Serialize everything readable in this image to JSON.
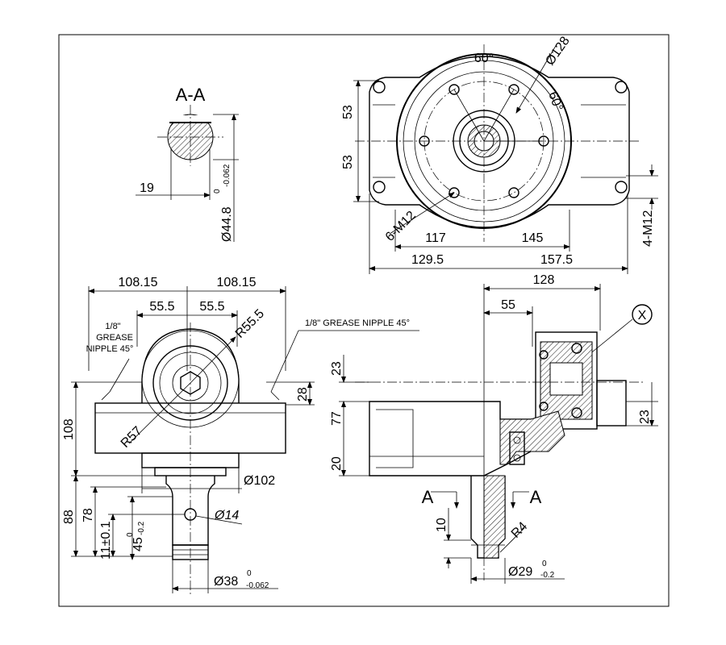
{
  "section": {
    "label": "A-A",
    "dim_19": "19",
    "dim_dia": "Ø44.8",
    "dia_tol_upper": "0",
    "dia_tol_lower": "-0.062"
  },
  "top_view": {
    "angle_a": "60°",
    "angle_b": "60°",
    "dia_128": "Ø128",
    "dim_53_top": "53",
    "dim_53_bottom": "53",
    "thread_6": "6-M12",
    "thread_4": "4-M12",
    "dim_117": "117",
    "dim_145": "145",
    "dim_129_5": "129.5",
    "dim_157_5": "157.5"
  },
  "front_view": {
    "dim_108_15_left": "108.15",
    "dim_108_15_right": "108.15",
    "dim_55_5_left": "55.5",
    "dim_55_5_right": "55.5",
    "r55_5": "R55.5",
    "r57": "R57",
    "grease_left_1": "1/8\"",
    "grease_left_2": "GREASE",
    "grease_left_3": "NIPPLE 45°",
    "grease_right": "1/8\" GREASE NIPPLE 45°",
    "dim_28": "28",
    "dim_108": "108",
    "dim_88": "88",
    "dim_78": "78",
    "dim_11": "11±0.1",
    "dim_45": "45",
    "dim_45_upper": "0",
    "dim_45_lower": "-0.2",
    "dia_102": "Ø102",
    "dia_14": "Ø14",
    "dia_38": "Ø38",
    "dia_38_upper": "0",
    "dia_38_lower": "-0.062"
  },
  "side_view": {
    "dim_128": "128",
    "dim_55": "55",
    "detail_x": "X",
    "dim_23_left": "23",
    "dim_77": "77",
    "dim_20": "20",
    "dim_23_right": "23",
    "section_a_left": "A",
    "section_a_right": "A",
    "dim_10": "10",
    "r4": "R4",
    "dia_29": "Ø29",
    "dia_29_upper": "0",
    "dia_29_lower": "-0.2"
  }
}
